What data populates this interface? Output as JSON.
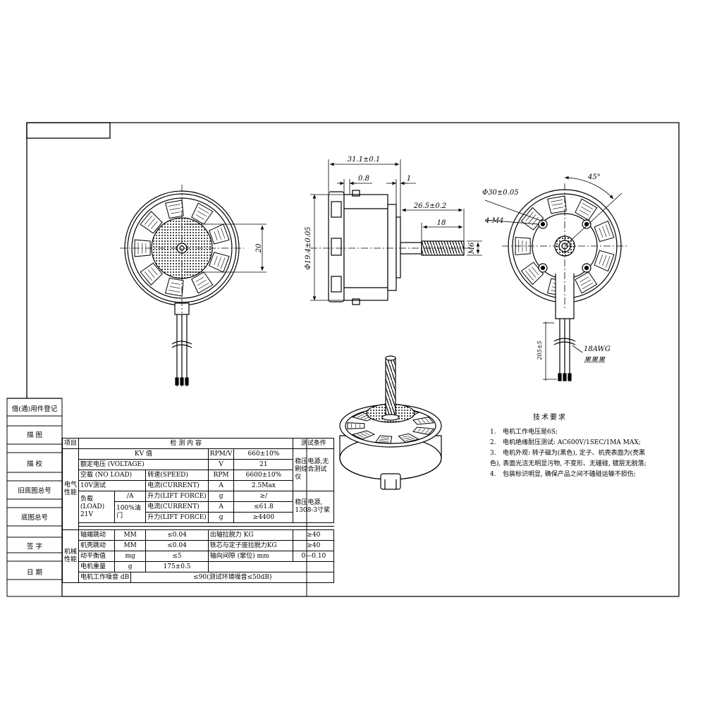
{
  "side_table": [
    "借(通)用件登记",
    "描 图",
    "描 校",
    "旧底图总号",
    "底图总号",
    "签 字",
    "日 期"
  ],
  "dims": {
    "front_height": "20",
    "side_length": "31.1±0.1",
    "gap_small": "0.8",
    "gap_one": "1",
    "shaft_offset": "26.5±0.2",
    "thread_length": "18",
    "diameter": "Φ19.4±0.05",
    "thread": "M6",
    "bolt_circle": "Φ30±0.05",
    "holes": "4-M4",
    "angle": "45°",
    "lead_length": "205±5",
    "wire_gauge": "18AWG",
    "wire_colors": "黑黑黑"
  },
  "spec": {
    "h_item": "项目",
    "h_content": "检 测 内 容",
    "h_cond": "测试条件",
    "elec_group": "电气性能",
    "kv": "KV 值",
    "kv_unit": "RPM/V",
    "kv_val": "660±10%",
    "cond1": "稳压电源,无刷综合测试仪",
    "rated_v": "额定电压 (VOLTAGE)",
    "rated_unit": "V",
    "rated_val": "21",
    "noload": "空载 (NO LOAD)",
    "noload_test": "10V测试",
    "speed": "转速(SPEED)",
    "speed_unit": "RPM",
    "speed_val": "6600±10%",
    "current": "电流(CURRENT)",
    "current_unit": "A",
    "current_val": "2.5Max",
    "load": "负载 (LOAD) 21V",
    "load_a": "/A",
    "throttle": "100%油门",
    "lift1": "升力(LIFT FORCE)",
    "lift1_unit": "g",
    "lift1_val": "≥/",
    "cond2": "稳压电源, 1308-3寸桨",
    "cur2": "电流(CURRENT)",
    "cur2_unit": "A",
    "cur2_val": "≤61.8",
    "lift2": "升力(LIFT FORCE)",
    "lift2_unit": "g",
    "lift2_val": "≥4400",
    "mech_group": "机械性能",
    "r1a": "轴端跳动",
    "r1u": "MM",
    "r1v": "≤0.04",
    "r1b": "出轴拉脱力 KG",
    "r1c": "≥40",
    "r2a": "机壳跳动",
    "r2u": "MM",
    "r2v": "≤0.04",
    "r2b": "铁芯与定子座拉脱力KG",
    "r2c": "≥40",
    "r3a": "动平衡值",
    "r3u": "mg",
    "r3v": "≤5",
    "r3b": "轴向间隙 (窜位) mm",
    "r3c": "0—0.10",
    "r4a": "电机重量",
    "r4u": "g",
    "r4v": "175±0.5",
    "noise": "电机工作噪音 dB",
    "noise_val": "≤90(测试环境噪音≤50dB)"
  },
  "tech": {
    "title": "技术要求",
    "items": [
      {
        "n": "1.",
        "t": "电机工作电压是6S;"
      },
      {
        "n": "2.",
        "t": "电机绝缘耐压测试: AC600V/1SEC/1MA MAX;"
      },
      {
        "n": "3.",
        "t": "电机外观: 转子磁为(黑色), 定子、机壳表面为(亮黑色), 表面光洁无明显污物, 不变形、无磕碰, 镀层无脱落;"
      },
      {
        "n": "4.",
        "t": "包装标识明显, 确保产品之间不磕碰运输不损伤;"
      }
    ]
  }
}
